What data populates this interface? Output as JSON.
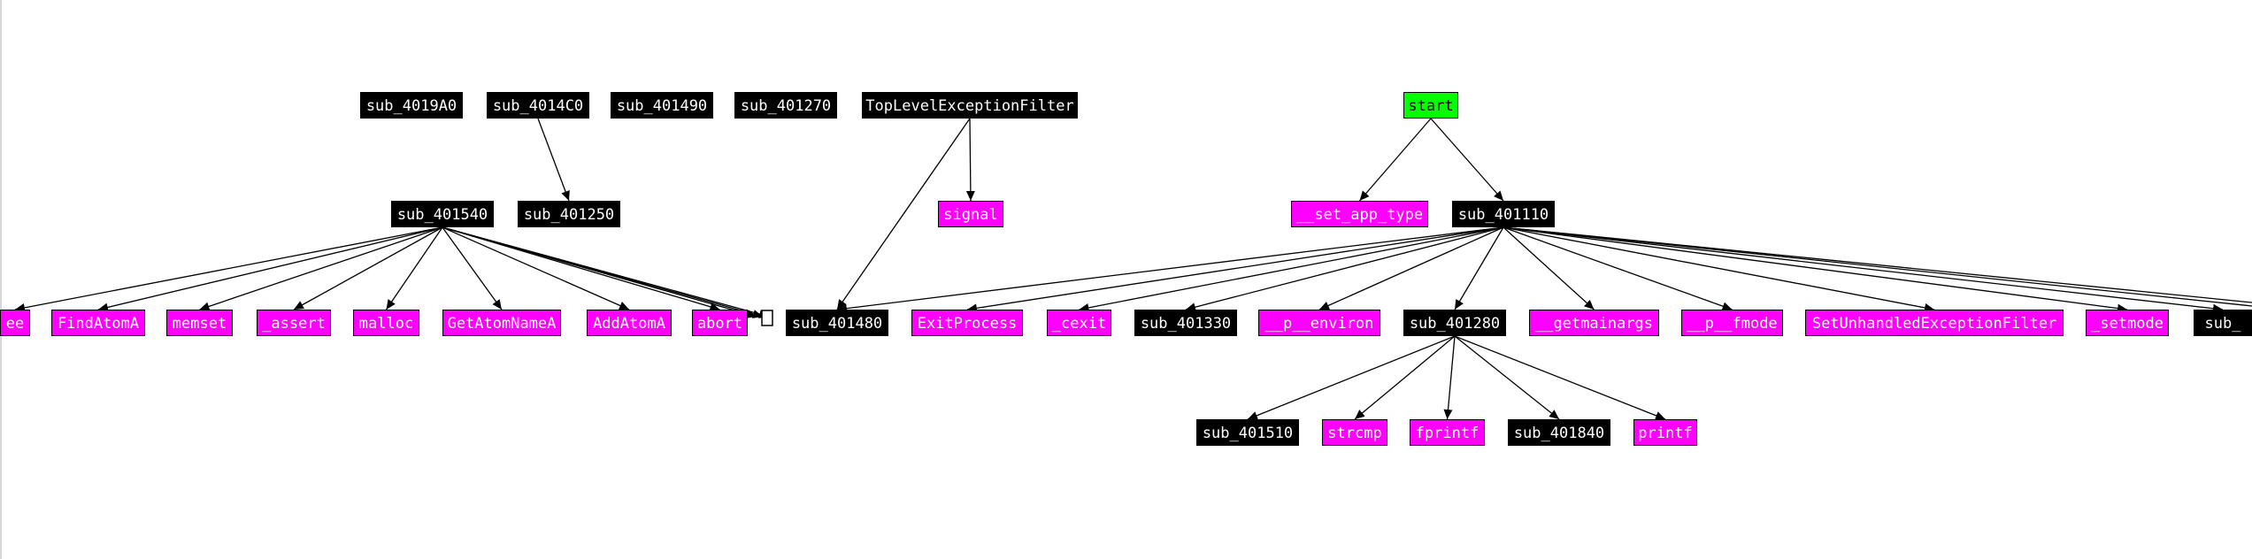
{
  "graph": {
    "title": "",
    "colors": {
      "subroutine": "#000000",
      "import": "#ff00ff",
      "entry": "#00ff00",
      "edge": "#000000",
      "background": "#ffffff"
    },
    "nodes": [
      {
        "id": "sub_4019A0",
        "label": "sub_4019A0",
        "kind": "subroutine"
      },
      {
        "id": "sub_4014C0",
        "label": "sub_4014C0",
        "kind": "subroutine"
      },
      {
        "id": "sub_401490",
        "label": "sub_401490",
        "kind": "subroutine"
      },
      {
        "id": "sub_401270",
        "label": "sub_401270",
        "kind": "subroutine"
      },
      {
        "id": "TopLevelExceptionFilter",
        "label": "TopLevelExceptionFilter",
        "kind": "subroutine"
      },
      {
        "id": "start",
        "label": "start",
        "kind": "entry"
      },
      {
        "id": "sub_401540",
        "label": "sub_401540",
        "kind": "subroutine"
      },
      {
        "id": "sub_401250",
        "label": "sub_401250",
        "kind": "subroutine"
      },
      {
        "id": "signal",
        "label": "signal",
        "kind": "import"
      },
      {
        "id": "__set_app_type",
        "label": "__set_app_type",
        "kind": "import"
      },
      {
        "id": "sub_401110",
        "label": "sub_401110",
        "kind": "subroutine"
      },
      {
        "id": "ee",
        "label": "ee",
        "kind": "import"
      },
      {
        "id": "FindAtomA",
        "label": "FindAtomA",
        "kind": "import"
      },
      {
        "id": "memset",
        "label": "memset",
        "kind": "import"
      },
      {
        "id": "_assert",
        "label": "_assert",
        "kind": "import"
      },
      {
        "id": "malloc",
        "label": "malloc",
        "kind": "import"
      },
      {
        "id": "GetAtomNameA",
        "label": "GetAtomNameA",
        "kind": "import"
      },
      {
        "id": "AddAtomA",
        "label": "AddAtomA",
        "kind": "import"
      },
      {
        "id": "abort",
        "label": "abort",
        "kind": "import"
      },
      {
        "id": "sub_401480",
        "label": "sub_401480",
        "kind": "subroutine"
      },
      {
        "id": "ExitProcess",
        "label": "ExitProcess",
        "kind": "import"
      },
      {
        "id": "_cexit",
        "label": "_cexit",
        "kind": "import"
      },
      {
        "id": "sub_401330",
        "label": "sub_401330",
        "kind": "subroutine"
      },
      {
        "id": "__p__environ",
        "label": "__p__environ",
        "kind": "import"
      },
      {
        "id": "sub_401280",
        "label": "sub_401280",
        "kind": "subroutine"
      },
      {
        "id": "__getmainargs",
        "label": "__getmainargs",
        "kind": "import"
      },
      {
        "id": "__p__fmode",
        "label": "__p__fmode",
        "kind": "import"
      },
      {
        "id": "SetUnhandledExceptionFilter",
        "label": "SetUnhandledExceptionFilter",
        "kind": "import"
      },
      {
        "id": "_setmode",
        "label": "_setmode",
        "kind": "import"
      },
      {
        "id": "sub_trunc",
        "label": "sub_",
        "kind": "subroutine"
      },
      {
        "id": "sub_401510",
        "label": "sub_401510",
        "kind": "subroutine"
      },
      {
        "id": "strcmp",
        "label": "strcmp",
        "kind": "import"
      },
      {
        "id": "fprintf",
        "label": "fprintf",
        "kind": "import"
      },
      {
        "id": "sub_401840",
        "label": "sub_401840",
        "kind": "subroutine"
      },
      {
        "id": "printf",
        "label": "printf",
        "kind": "import"
      }
    ],
    "edges": [
      [
        "sub_4014C0",
        "sub_401250"
      ],
      [
        "TopLevelExceptionFilter",
        "signal"
      ],
      [
        "TopLevelExceptionFilter",
        "sub_401480"
      ],
      [
        "start",
        "__set_app_type"
      ],
      [
        "start",
        "sub_401110"
      ],
      [
        "sub_401540",
        "ee"
      ],
      [
        "sub_401540",
        "FindAtomA"
      ],
      [
        "sub_401540",
        "memset"
      ],
      [
        "sub_401540",
        "_assert"
      ],
      [
        "sub_401540",
        "malloc"
      ],
      [
        "sub_401540",
        "GetAtomNameA"
      ],
      [
        "sub_401540",
        "AddAtomA"
      ],
      [
        "sub_401540",
        "abort"
      ],
      [
        "sub_401540",
        "offscreen-a"
      ],
      [
        "sub_401540",
        "offscreen-b"
      ],
      [
        "sub_401540",
        "offscreen-c"
      ],
      [
        "sub_401110",
        "sub_401480"
      ],
      [
        "sub_401110",
        "ExitProcess"
      ],
      [
        "sub_401110",
        "_cexit"
      ],
      [
        "sub_401110",
        "sub_401330"
      ],
      [
        "sub_401110",
        "__p__environ"
      ],
      [
        "sub_401110",
        "sub_401280"
      ],
      [
        "sub_401110",
        "__getmainargs"
      ],
      [
        "sub_401110",
        "__p__fmode"
      ],
      [
        "sub_401110",
        "SetUnhandledExceptionFilter"
      ],
      [
        "sub_401110",
        "_setmode"
      ],
      [
        "sub_401110",
        "sub_trunc"
      ],
      [
        "sub_401110",
        "offscreen-r1"
      ],
      [
        "sub_401110",
        "offscreen-r2"
      ],
      [
        "sub_401280",
        "sub_401510"
      ],
      [
        "sub_401280",
        "strcmp"
      ],
      [
        "sub_401280",
        "fprintf"
      ],
      [
        "sub_401280",
        "sub_401840"
      ],
      [
        "sub_401280",
        "printf"
      ]
    ]
  }
}
